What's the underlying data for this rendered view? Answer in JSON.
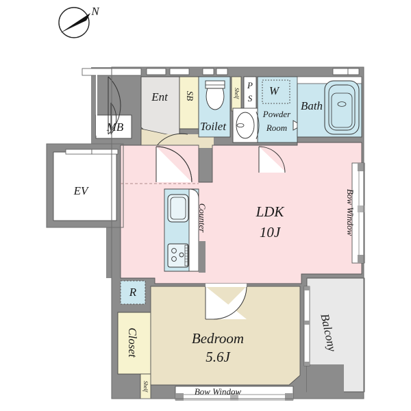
{
  "document": {
    "type": "residential-floor-plan",
    "unit_layout": "1LDK"
  },
  "compass": {
    "label": "N",
    "name": "north-arrow"
  },
  "colors": {
    "wall": "#8c8c8c",
    "wall_dark": "#7d7d7d",
    "ldk_pink": "#fce0e2",
    "bedroom_beige": "#ebe2c6",
    "water_blue": "#cbe7ef",
    "closet_yellow": "#f7f3cf",
    "entry_gray": "#e6e4e2",
    "balcony_gray": "#e9e9e9",
    "white": "#ffffff",
    "line": "#333333"
  },
  "rooms": [
    {
      "id": "ent",
      "label": "Ent",
      "fill": "entry_gray"
    },
    {
      "id": "sb",
      "label": "SB",
      "fill": "closet_yellow"
    },
    {
      "id": "mb",
      "label": "MB",
      "fill": "white"
    },
    {
      "id": "toilet",
      "label": "Toilet",
      "fill": "water_blue"
    },
    {
      "id": "shelf_top",
      "label": "Shelf",
      "fill": "closet_yellow"
    },
    {
      "id": "ps",
      "label": "PS",
      "fill": "white"
    },
    {
      "id": "washer",
      "label": "W",
      "fill": "water_blue"
    },
    {
      "id": "powder",
      "label": "Powder",
      "label2": "Room",
      "fill": "water_blue"
    },
    {
      "id": "bath",
      "label": "Bath",
      "fill": "water_blue"
    },
    {
      "id": "ev",
      "label": "EV",
      "fill": "white"
    },
    {
      "id": "ldk",
      "label": "LDK",
      "area": "10J",
      "fill": "ldk_pink"
    },
    {
      "id": "counter",
      "label": "Counter",
      "fill": "water_blue"
    },
    {
      "id": "refrigerator",
      "label": "R",
      "fill": "water_blue"
    },
    {
      "id": "closet",
      "label": "Closet",
      "fill": "closet_yellow"
    },
    {
      "id": "shelf_bottom",
      "label": "Shelf",
      "fill": "closet_yellow"
    },
    {
      "id": "bedroom",
      "label": "Bedroom",
      "area": "5.6J",
      "fill": "bedroom_beige"
    },
    {
      "id": "balcony",
      "label": "Balcony",
      "fill": "balcony_gray"
    },
    {
      "id": "bow_window_right",
      "label": "Bow Window"
    },
    {
      "id": "bow_window_bottom",
      "label": "Bow Window"
    }
  ],
  "labels": {
    "ent": "Ent",
    "sb": "SB",
    "mb": "MB",
    "toilet": "Toilet",
    "shelf_top": "Shelf",
    "ps_p": "P",
    "ps_s": "S",
    "washer": "W",
    "powder_line1": "Powder",
    "powder_line2": "Room",
    "bath": "Bath",
    "ev": "EV",
    "ldk": "LDK",
    "ldk_area": "10J",
    "counter": "Counter",
    "refrigerator": "R",
    "closet": "Closet",
    "shelf_bottom": "Shelf",
    "bedroom": "Bedroom",
    "bedroom_area": "5.6J",
    "balcony": "Balcony",
    "bow_window_right": "Bow Window",
    "bow_window_bottom": "Bow Window",
    "north": "N"
  },
  "fixtures": [
    {
      "name": "toilet-fixture",
      "room": "toilet"
    },
    {
      "name": "sink-basin",
      "room": "powder"
    },
    {
      "name": "bathtub",
      "room": "bath"
    },
    {
      "name": "kitchen-sink",
      "room": "counter"
    },
    {
      "name": "stove-burners",
      "room": "counter"
    }
  ]
}
